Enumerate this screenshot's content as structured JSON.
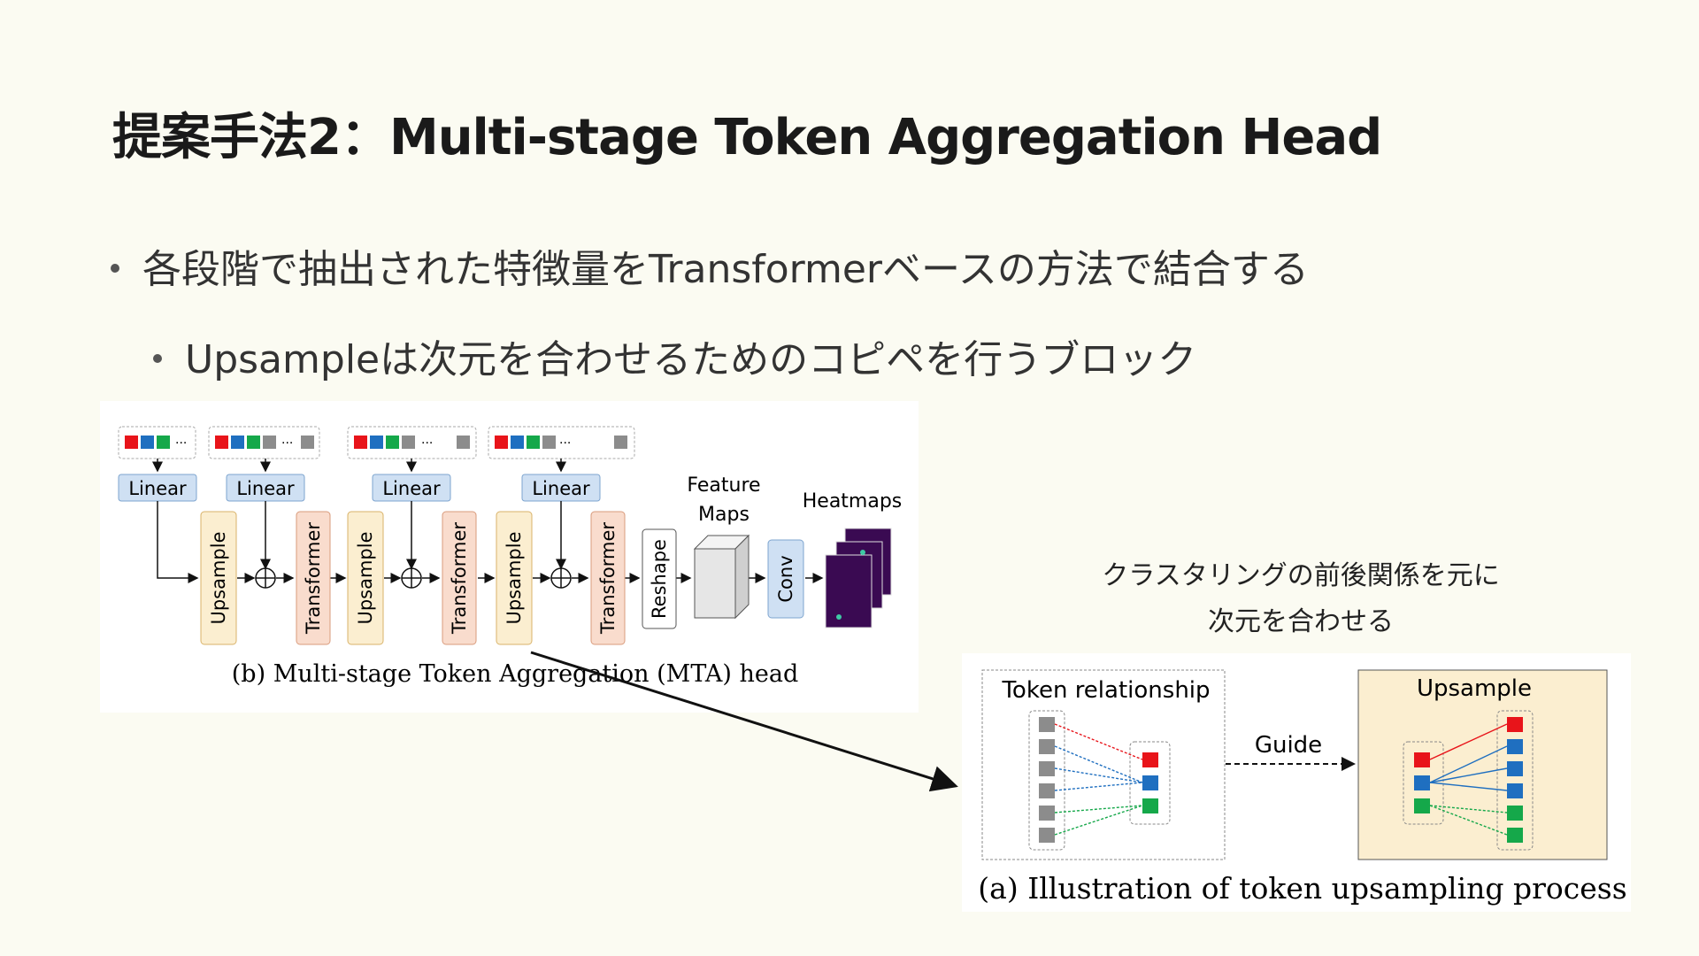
{
  "slide": {
    "title": "提案手法2：Multi-stage Token Aggregation Head",
    "bullets": [
      "各段階で抽出された特徴量をTransformerベースの方法で結合する",
      "Upsampleは次元を合わせるためのコピペを行うブロック"
    ],
    "note_lines": [
      "クラスタリングの前後関係を元に",
      "次元を合わせる"
    ]
  },
  "figure_b": {
    "caption": "(b) Multi-stage Token Aggregation (MTA) head",
    "linear_label": "Linear",
    "upsample_label": "Upsample",
    "transformer_label": "Transformer",
    "reshape_label": "Reshape",
    "conv_label": "Conv",
    "feature_maps_label": [
      "Feature",
      "Maps"
    ],
    "heatmaps_label": "Heatmaps",
    "ellipsis": "···"
  },
  "figure_a": {
    "caption": "(a) Illustration of token upsampling process",
    "token_relationship_label": "Token relationship",
    "guide_label": "Guide",
    "upsample_label": "Upsample"
  },
  "colors": {
    "background": "#fbfbf2",
    "red": "#e8141a",
    "blue": "#1f6fc0",
    "green": "#15a84a",
    "gray": "#8c8c8c",
    "linear_fill": "#cfe0f3",
    "upsample_fill": "#fbeed0",
    "transformer_fill": "#f9dccd",
    "heatmap": "#3a0a52"
  }
}
